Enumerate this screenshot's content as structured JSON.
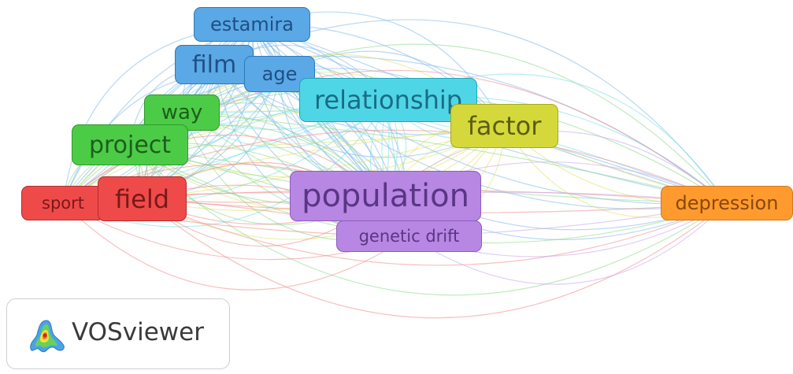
{
  "network": {
    "nodes": [
      {
        "id": "estamira",
        "label": "estamira",
        "cluster": "blue",
        "w": 2
      },
      {
        "id": "film",
        "label": "film",
        "cluster": "blue",
        "w": 3
      },
      {
        "id": "age",
        "label": "age",
        "cluster": "blue",
        "w": 2
      },
      {
        "id": "relationship",
        "label": "relationship",
        "cluster": "cyan",
        "w": 3
      },
      {
        "id": "factor",
        "label": "factor",
        "cluster": "olive",
        "w": 3
      },
      {
        "id": "way",
        "label": "way",
        "cluster": "green",
        "w": 2
      },
      {
        "id": "project",
        "label": "project",
        "cluster": "green",
        "w": 3
      },
      {
        "id": "sport",
        "label": "sport",
        "cluster": "red",
        "w": 2
      },
      {
        "id": "field",
        "label": "field",
        "cluster": "red",
        "w": 3
      },
      {
        "id": "population",
        "label": "population",
        "cluster": "purple",
        "w": 4
      },
      {
        "id": "genetic_drift",
        "label": "genetic drift",
        "cluster": "purple",
        "w": 2
      },
      {
        "id": "depression",
        "label": "depression",
        "cluster": "orange",
        "w": 2
      }
    ],
    "cluster_colors": {
      "blue": {
        "fill": "#5aa8e6",
        "border": "#2f78b8",
        "text": "#1f4f86"
      },
      "cyan": {
        "fill": "#4fd6e6",
        "border": "#1ea5bb",
        "text": "#1a6b86"
      },
      "olive": {
        "fill": "#d4d83a",
        "border": "#a5a91a",
        "text": "#5b5e0e"
      },
      "green": {
        "fill": "#4ccb47",
        "border": "#2d9a2a",
        "text": "#1c5e1a"
      },
      "red": {
        "fill": "#ef4a4a",
        "border": "#b52b2b",
        "text": "#7a1818"
      },
      "purple": {
        "fill": "#b787e3",
        "border": "#8c5cc0",
        "text": "#5b3585"
      },
      "orange": {
        "fill": "#ff9b2e",
        "border": "#d4761a",
        "text": "#8a4708"
      }
    }
  },
  "logo": {
    "text": "VOSviewer",
    "icon": "vosviewer-density-icon"
  }
}
